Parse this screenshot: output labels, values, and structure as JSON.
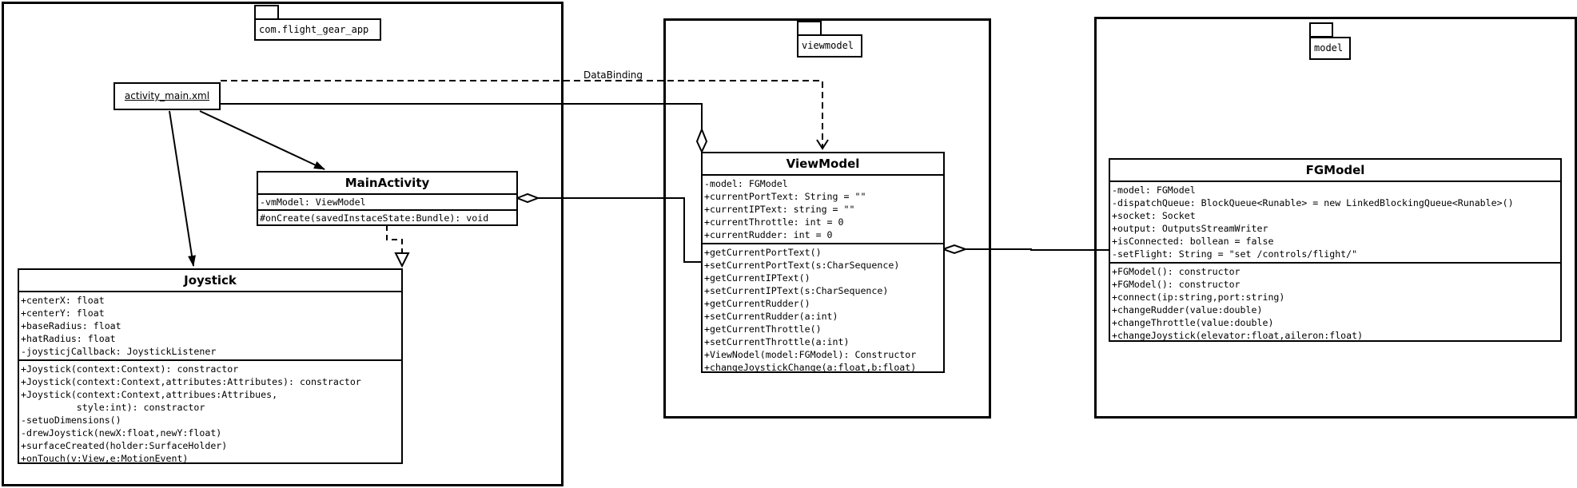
{
  "packages": {
    "app": {
      "name": "com.flight_gear_app"
    },
    "viewmodel": {
      "name": "viewmodel"
    },
    "model": {
      "name": "model"
    }
  },
  "artifact": {
    "name": "activity_main.xml"
  },
  "edge_labels": {
    "databinding": "DataBinding"
  },
  "classes": {
    "mainactivity": {
      "name": "MainActivity",
      "attributes": [
        "-vmModel: ViewModel"
      ],
      "methods": [
        "#onCreate(savedInstaceState:Bundle): void"
      ]
    },
    "joystick": {
      "name": "Joystick",
      "attributes": [
        "+centerX: float",
        "+centerY: float",
        "+baseRadius: float",
        "+hatRadius: float",
        "-joysticjCallback: JoystickListener"
      ],
      "methods": [
        "+Joystick(context:Context): constractor",
        "+Joystick(context:Context,attributes:Attributes): constractor",
        "+Joystick(context:Context,attribues:Attribues,",
        "          style:int): constractor",
        "-setuoDimensions()",
        "-drewJoystick(newX:float,newY:float)",
        "+surfaceCreated(holder:SurfaceHolder)",
        "+onTouch(v:View,e:MotionEvent)"
      ]
    },
    "viewmodel": {
      "name": "ViewModel",
      "attributes": [
        "-model: FGModel",
        "+currentPortText: String = \"\"",
        "+currentIPText: string = \"\"",
        "+currentThrottle: int = 0",
        "+currentRudder: int = 0"
      ],
      "methods": [
        "+getCurrentPortText()",
        "+setCurrentPortText(s:CharSequence)",
        "+getCurrentIPText()",
        "+setCurrentIPText(s:CharSequence)",
        "+getCurrentRudder()",
        "+setCurrentRudder(a:int)",
        "+getCurrentThrottle()",
        "+setCurrentThrottle(a:int)",
        "+ViewNodel(model:FGModel): Constructor",
        "+changeJoystickChange(a:float,b:float)"
      ]
    },
    "fgmodel": {
      "name": "FGModel",
      "attributes": [
        "-model: FGModel",
        "-dispatchQueue: BlockQueue<Runable> = new LinkedBlockingQueue<Runable>()",
        "+socket: Socket",
        "+output: OutputsStreamWriter",
        "+isConnected: bollean = false",
        "-setFlight: String = \"set /controls/flight/\""
      ],
      "methods": [
        "+FGModel(): constructor",
        "+FGModel(): constructor",
        "+connect(ip:string,port:string)",
        "+changeRudder(value:double)",
        "+changeThrottle(value:double)",
        "+changeJoystick(elevator:float,aileron:float)"
      ]
    }
  }
}
